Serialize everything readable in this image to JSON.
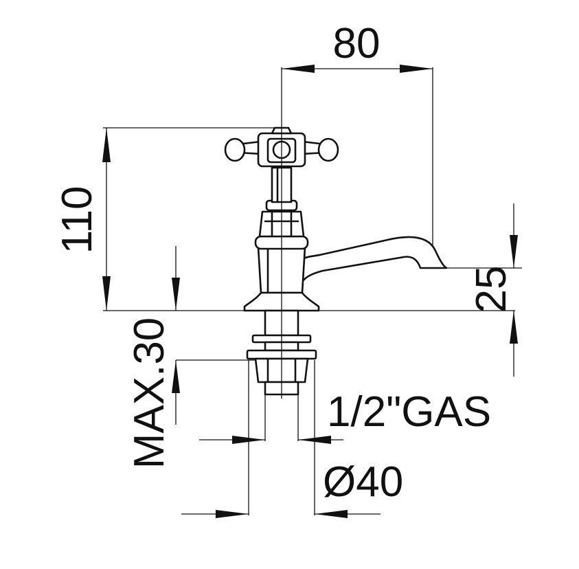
{
  "dimensions": {
    "width_top": "80",
    "height_total": "110",
    "spout_height": "25",
    "max_thickness": "MAX.30",
    "thread": "1/2\"GAS",
    "diameter": "Ø40"
  },
  "colors": {
    "line": "#111111",
    "background": "#ffffff"
  }
}
